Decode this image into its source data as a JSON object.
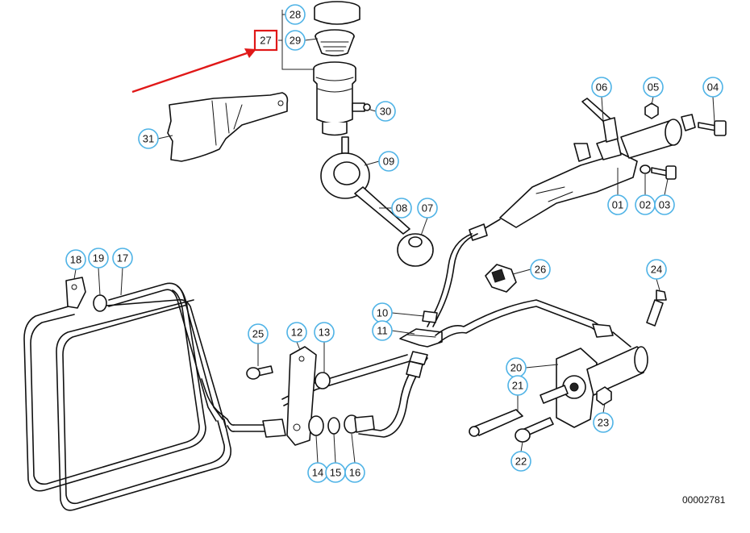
{
  "diagram": {
    "document_number": "00002781",
    "highlight": {
      "part": "27",
      "color": "#e01818"
    },
    "callout_color": "#4fb3e6",
    "callouts": [
      "01",
      "02",
      "03",
      "04",
      "05",
      "06",
      "07",
      "08",
      "09",
      "10",
      "11",
      "12",
      "13",
      "14",
      "15",
      "16",
      "17",
      "18",
      "19",
      "20",
      "21",
      "22",
      "23",
      "24",
      "25",
      "26",
      "27",
      "28",
      "29",
      "30",
      "31"
    ]
  }
}
